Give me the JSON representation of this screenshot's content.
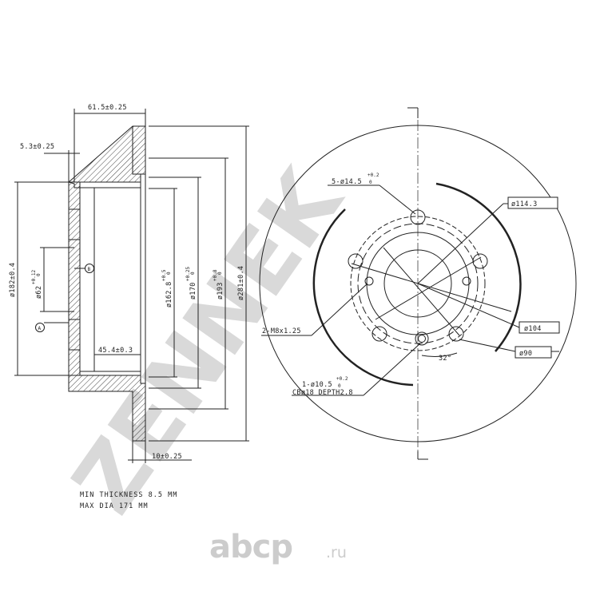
{
  "watermark": {
    "text": "ZENNEK"
  },
  "site_logo": {
    "name": "abcp",
    "suffix": ".ru"
  },
  "side_view": {
    "dims": {
      "width_total": "61.5±0.25",
      "flange": "5.3±0.25",
      "hat_depth": "45.4±0.3",
      "disc_thickness": "10±0.25",
      "d_outer": "ø281±0.4",
      "d_193": "ø193",
      "d_193_tol": "+0.8",
      "d_193_tol_low": "0",
      "d_170": "ø170",
      "d_170_tol": "+0.25",
      "d_170_tol_low": "0",
      "d_162": "ø162.8",
      "d_162_tol": "+0.5",
      "d_162_tol_low": "0",
      "d_182": "ø182±0.4",
      "d_62": "ø62",
      "d_62_tol": "+0.12",
      "d_62_tol_low": "0"
    },
    "datum_a": "A",
    "datum_b": "B"
  },
  "front_view": {
    "holes_label": "5-ø14.5",
    "holes_tol": "+0.2",
    "holes_tol_low": "0",
    "pcd": "ø114.3",
    "threads": "2-M8x1.25",
    "d104": "ø104",
    "d90": "ø90",
    "angle": "32°",
    "pin_label": "1-ø10.5",
    "pin_tol": "+0.2",
    "pin_tol_low": "0",
    "cb": "CBø18 DEPTH2.8"
  },
  "notes": {
    "min_thickness": "MIN THICKNESS 8.5 MM",
    "max_dia": "MAX DIA 171 MM"
  }
}
